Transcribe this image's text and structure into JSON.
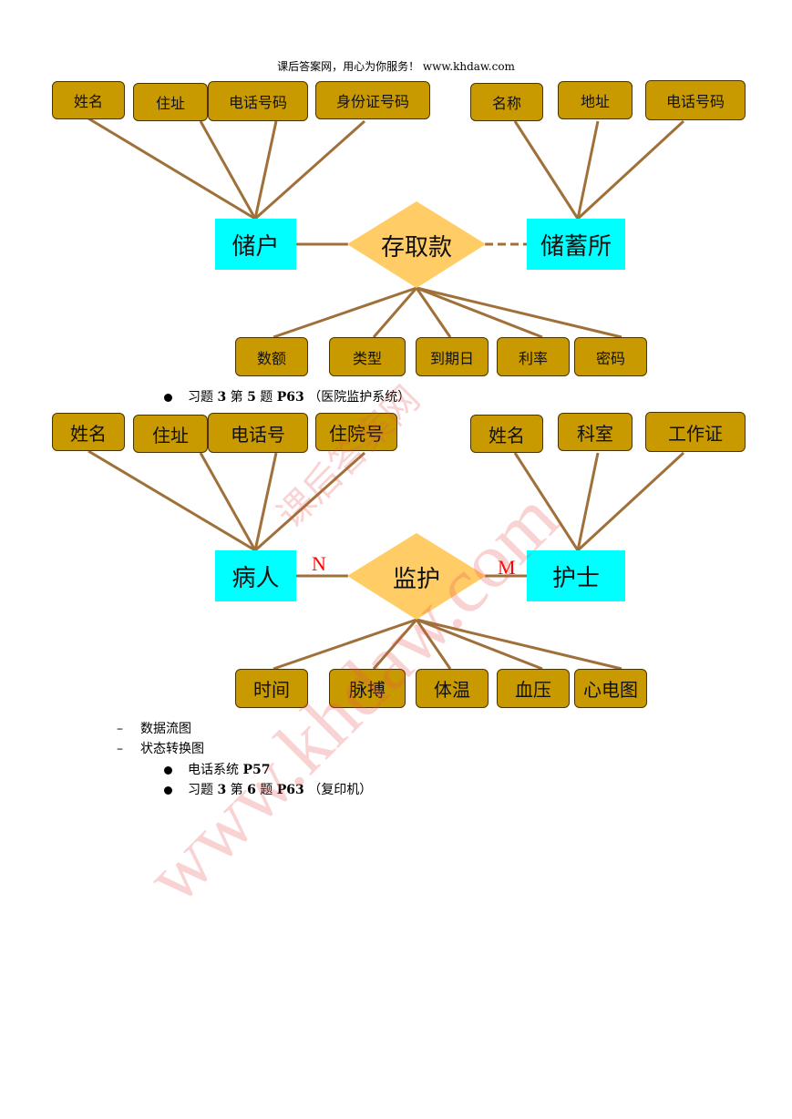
{
  "header": "课后答案网，用心为你服务！   www.khdaw.com",
  "diagram1": {
    "left_attrs": [
      "姓名",
      "住址",
      "电话号码",
      "身份证号码"
    ],
    "right_attrs": [
      "名称",
      "地址",
      "电话号码"
    ],
    "left_entity": "储户",
    "relationship": "存取款",
    "right_entity": "储蓄所",
    "rel_attrs": [
      "数额",
      "类型",
      "到期日",
      "利率",
      "密码"
    ]
  },
  "bullet1": {
    "pre": "习题 ",
    "n1": "3",
    "mid1": " 第 ",
    "n2": "5",
    "mid2": " 题 ",
    "page": "P63",
    "post": " （医院监护系统）"
  },
  "diagram2": {
    "left_attrs": [
      "姓名",
      "住址",
      "电话号",
      "住院号"
    ],
    "right_attrs": [
      "姓名",
      "科室",
      "工作证"
    ],
    "left_entity": "病人",
    "relationship": "监护",
    "right_entity": "护士",
    "card_left": "N",
    "card_right": "M",
    "rel_attrs": [
      "时间",
      "脉搏",
      "体温",
      "血压",
      "心电图"
    ]
  },
  "list": {
    "dash1": "数据流图",
    "dash2": "状态转换图",
    "sub1_pre": "电话系统 ",
    "sub1_page": "P57",
    "sub2": {
      "pre": "习题 ",
      "n1": "3",
      "mid1": " 第 ",
      "n2": "6",
      "mid2": " 题 ",
      "page": "P63",
      "post": " （复印机）"
    }
  },
  "watermark": "www.khdaw.com",
  "watermark_cn": "课后答案网",
  "colors": {
    "attribute": "#c99a00",
    "entity": "#00ffff",
    "relationship": "#ffcc66",
    "line": "#a0703a",
    "cardinality": "#ff0000"
  }
}
